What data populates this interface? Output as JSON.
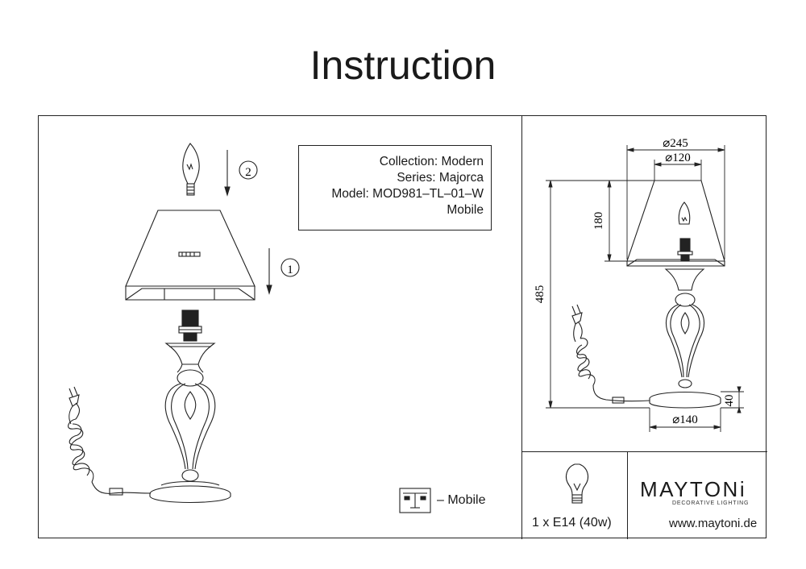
{
  "title": "Instruction",
  "info": {
    "collection": "Collection: Modern",
    "series": "Series: Majorca",
    "model": "Model: MOD981–TL–01–W",
    "variant": "Mobile"
  },
  "steps": {
    "step1": "1",
    "step2": "2"
  },
  "dimensions": {
    "shade_top": "⌀245",
    "shade_inner": "⌀120",
    "shade_height": "180",
    "total_height": "485",
    "base_height": "40",
    "base_diameter": "⌀140"
  },
  "legend": {
    "mobile": "– Mobile"
  },
  "bulb": {
    "spec": "1 x E14 (40w)"
  },
  "brand": {
    "logo": "MAYTONi",
    "tagline": "DECORATIVE LIGHTING",
    "website": "www.maytoni.de"
  },
  "colors": {
    "line": "#222222",
    "background": "#ffffff"
  }
}
